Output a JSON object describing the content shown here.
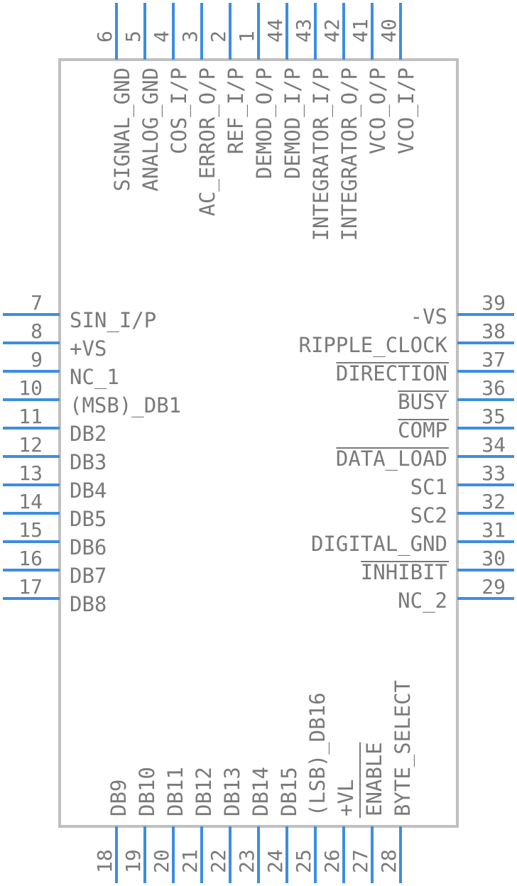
{
  "component": {
    "pins": {
      "left": [
        {
          "num": "7",
          "name": "SIN_I/P"
        },
        {
          "num": "8",
          "name": "+VS"
        },
        {
          "num": "9",
          "name": "NC_1"
        },
        {
          "num": "10",
          "name": "(MSB)_DB1"
        },
        {
          "num": "11",
          "name": "DB2"
        },
        {
          "num": "12",
          "name": "DB3"
        },
        {
          "num": "13",
          "name": "DB4"
        },
        {
          "num": "14",
          "name": "DB5"
        },
        {
          "num": "15",
          "name": "DB6"
        },
        {
          "num": "16",
          "name": "DB7"
        },
        {
          "num": "17",
          "name": "DB8"
        }
      ],
      "right": [
        {
          "num": "39",
          "name": "-VS"
        },
        {
          "num": "38",
          "name": "RIPPLE_CLOCK"
        },
        {
          "num": "37",
          "name": "DIRECTION",
          "overbar": true
        },
        {
          "num": "36",
          "name": "BUSY",
          "overbar": true
        },
        {
          "num": "35",
          "name": "COMP",
          "overbar": true
        },
        {
          "num": "34",
          "name": "DATA_LOAD",
          "overbar": true
        },
        {
          "num": "33",
          "name": "SC1"
        },
        {
          "num": "32",
          "name": "SC2"
        },
        {
          "num": "31",
          "name": "DIGITAL_GND"
        },
        {
          "num": "30",
          "name": "INHIBIT",
          "overbar": true
        },
        {
          "num": "29",
          "name": "NC_2"
        }
      ],
      "top": [
        {
          "num": "6",
          "name": "SIGNAL_GND"
        },
        {
          "num": "5",
          "name": "ANALOG_GND"
        },
        {
          "num": "4",
          "name": "COS_I/P"
        },
        {
          "num": "3",
          "name": "AC_ERROR_O/P"
        },
        {
          "num": "2",
          "name": "REF_I/P"
        },
        {
          "num": "1",
          "name": "DEMOD_O/P"
        },
        {
          "num": "44",
          "name": "DEMOD_I/P"
        },
        {
          "num": "43",
          "name": "INTEGRATOR_I/P"
        },
        {
          "num": "42",
          "name": "INTEGRATOR_O/P"
        },
        {
          "num": "41",
          "name": "VCO_O/P"
        },
        {
          "num": "40",
          "name": "VCO_I/P"
        }
      ],
      "bottom": [
        {
          "num": "18",
          "name": "DB9"
        },
        {
          "num": "19",
          "name": "DB10"
        },
        {
          "num": "20",
          "name": "DB11"
        },
        {
          "num": "21",
          "name": "DB12"
        },
        {
          "num": "22",
          "name": "DB13"
        },
        {
          "num": "23",
          "name": "DB14"
        },
        {
          "num": "24",
          "name": "DB15"
        },
        {
          "num": "25",
          "name": "(LSB)_DB16"
        },
        {
          "num": "26",
          "name": "+VL"
        },
        {
          "num": "27",
          "name": "ENABLE",
          "overbar": true
        },
        {
          "num": "28",
          "name": "BYTE_SELECT"
        }
      ]
    },
    "colors": {
      "pin": "#3c8de0",
      "body": "#c0c0c0",
      "text": "#7a7a7a"
    }
  }
}
